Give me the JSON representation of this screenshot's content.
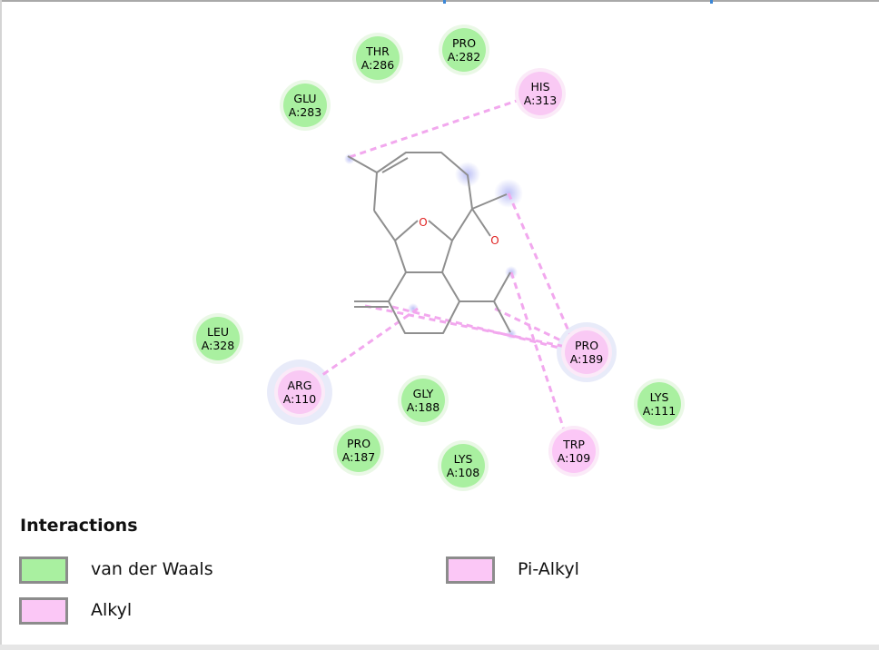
{
  "colors": {
    "van_der_waals": "#a9f0a0",
    "van_der_waals_outer": "#eaf8e6",
    "alkyl": "#f9c9f4",
    "alkyl_outer": "#fbeaf8",
    "pi_alkyl": "#fbc7f6",
    "interaction_line": "#f2a8ee",
    "bond": "#8f8f8f",
    "oxygen": "#e02020",
    "hydrophobic_glow": "#c9ccf6"
  },
  "residues": [
    {
      "name": "THR",
      "chain_pos": "A:286",
      "interaction": "van_der_waals"
    },
    {
      "name": "PRO",
      "chain_pos": "A:282",
      "interaction": "van_der_waals"
    },
    {
      "name": "HIS",
      "chain_pos": "A:313",
      "interaction": "alkyl"
    },
    {
      "name": "GLU",
      "chain_pos": "A:283",
      "interaction": "van_der_waals"
    },
    {
      "name": "LEU",
      "chain_pos": "A:328",
      "interaction": "van_der_waals"
    },
    {
      "name": "ARG",
      "chain_pos": "A:110",
      "interaction": "alkyl"
    },
    {
      "name": "PRO",
      "chain_pos": "A:189",
      "interaction": "alkyl"
    },
    {
      "name": "GLY",
      "chain_pos": "A:188",
      "interaction": "van_der_waals"
    },
    {
      "name": "LYS",
      "chain_pos": "A:111",
      "interaction": "van_der_waals"
    },
    {
      "name": "PRO",
      "chain_pos": "A:187",
      "interaction": "van_der_waals"
    },
    {
      "name": "LYS",
      "chain_pos": "A:108",
      "interaction": "van_der_waals"
    },
    {
      "name": "TRP",
      "chain_pos": "A:109",
      "interaction": "pi_alkyl"
    }
  ],
  "ligand_atoms": [
    {
      "label": "O"
    },
    {
      "label": "O"
    }
  ],
  "legend": {
    "title": "Interactions",
    "items": [
      {
        "label": "van der Waals",
        "color": "#a9f0a0"
      },
      {
        "label": "Pi-Alkyl",
        "color": "#fbc7f6"
      },
      {
        "label": "Alkyl",
        "color": "#fbc7f6"
      }
    ]
  }
}
